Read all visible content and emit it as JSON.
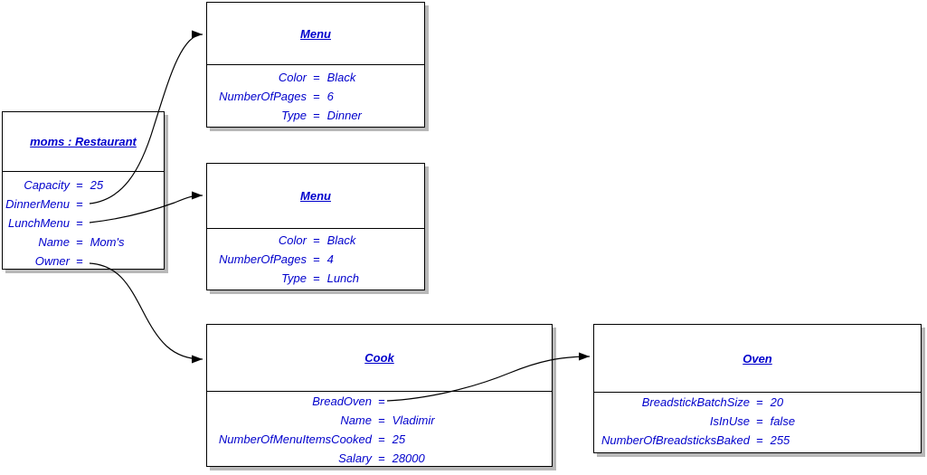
{
  "diagram": {
    "equals": "=",
    "colors": {
      "text_blue": "#0000cc",
      "border": "#000000",
      "shadow": "#b8b8b8",
      "background": "#ffffff",
      "link": "#000000"
    },
    "boxes": {
      "restaurant": {
        "title": "moms : Restaurant",
        "props": [
          {
            "name": "Capacity",
            "value": "25"
          },
          {
            "name": "DinnerMenu",
            "value": ""
          },
          {
            "name": "LunchMenu",
            "value": ""
          },
          {
            "name": "Name",
            "value": "Mom's"
          },
          {
            "name": "Owner",
            "value": ""
          }
        ]
      },
      "menu_dinner": {
        "title": "Menu",
        "props": [
          {
            "name": "Color",
            "value": "Black"
          },
          {
            "name": "NumberOfPages",
            "value": "6"
          },
          {
            "name": "Type",
            "value": "Dinner"
          }
        ]
      },
      "menu_lunch": {
        "title": "Menu",
        "props": [
          {
            "name": "Color",
            "value": "Black"
          },
          {
            "name": "NumberOfPages",
            "value": "4"
          },
          {
            "name": "Type",
            "value": "Lunch"
          }
        ]
      },
      "cook": {
        "title": "Cook",
        "props": [
          {
            "name": "BreadOven",
            "value": ""
          },
          {
            "name": "Name",
            "value": "Vladimir"
          },
          {
            "name": "NumberOfMenuItemsCooked",
            "value": "25"
          },
          {
            "name": "Salary",
            "value": "28000"
          }
        ]
      },
      "oven": {
        "title": "Oven",
        "props": [
          {
            "name": "BreadstickBatchSize",
            "value": "20"
          },
          {
            "name": "IsInUse",
            "value": "false"
          },
          {
            "name": "NumberOfBreadsticksBaked",
            "value": "255"
          }
        ]
      }
    },
    "links": [
      {
        "from": "restaurant.DinnerMenu",
        "to": "menu_dinner"
      },
      {
        "from": "restaurant.LunchMenu",
        "to": "menu_lunch"
      },
      {
        "from": "restaurant.Owner",
        "to": "cook"
      },
      {
        "from": "cook.BreadOven",
        "to": "oven"
      }
    ]
  }
}
